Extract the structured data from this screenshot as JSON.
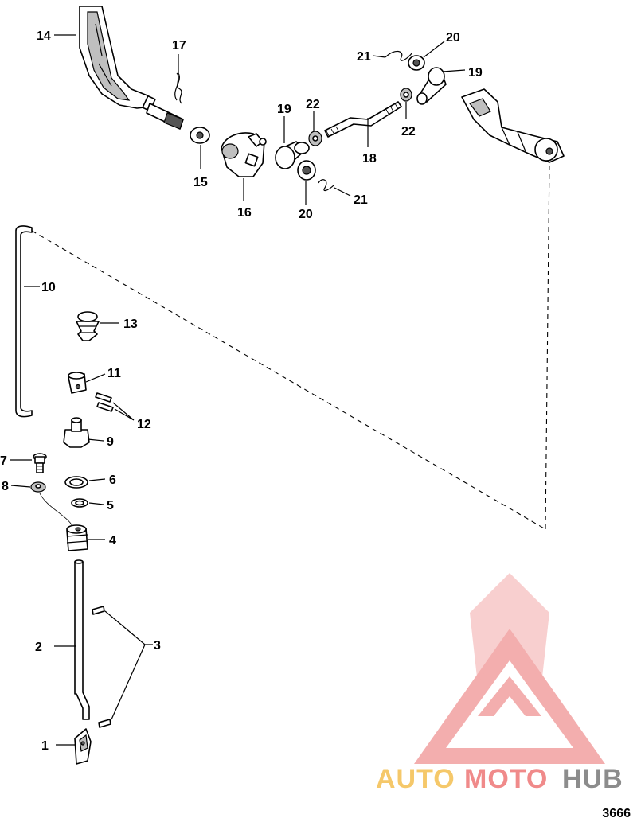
{
  "callouts": {
    "c1": "1",
    "c2": "2",
    "c3": "3",
    "c4": "4",
    "c5": "5",
    "c6": "6",
    "c7": "7",
    "c8": "8",
    "c9": "9",
    "c10": "10",
    "c11": "11",
    "c12": "12",
    "c13": "13",
    "c14": "14",
    "c15": "15",
    "c16": "16",
    "c17": "17",
    "c18": "18",
    "c19a": "19",
    "c19b": "19",
    "c20a": "20",
    "c20b": "20",
    "c21a": "21",
    "c21b": "21",
    "c22a": "22",
    "c22b": "22"
  },
  "watermark": {
    "word_part_1": "AUTO",
    "word_part_2": "MOTO",
    "word_part_3": "HUB",
    "color_1": "#f5c86a",
    "color_2": "#f08a8a",
    "color_3": "#8c8c8c"
  },
  "drawing_number": "3666"
}
